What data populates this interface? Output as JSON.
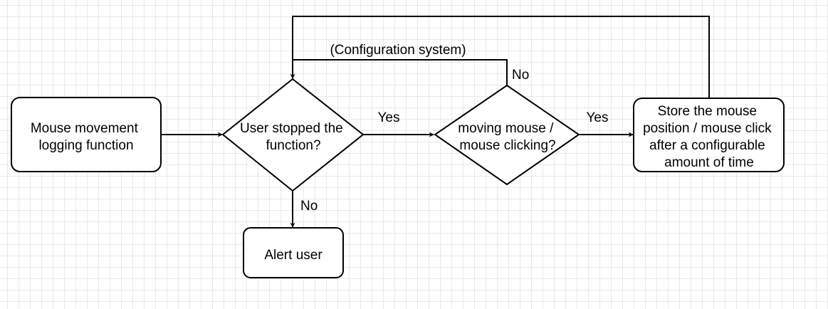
{
  "nodes": {
    "logging": {
      "lines": [
        "Mouse movement",
        "logging function"
      ]
    },
    "stopped": {
      "lines": [
        "User stopped the",
        "function?"
      ]
    },
    "moving": {
      "lines": [
        "moving mouse /",
        "mouse clicking?"
      ]
    },
    "store": {
      "lines": [
        "Store the mouse",
        "position / mouse click",
        "after a configurable",
        "amount of time"
      ]
    },
    "alert": {
      "lines": [
        "Alert user"
      ]
    }
  },
  "edges": {
    "stopped_to_moving": "Yes",
    "moving_to_store": "Yes",
    "stopped_to_alert": "No",
    "moving_to_stopped": "No",
    "config_label": "(Configuration system)"
  }
}
